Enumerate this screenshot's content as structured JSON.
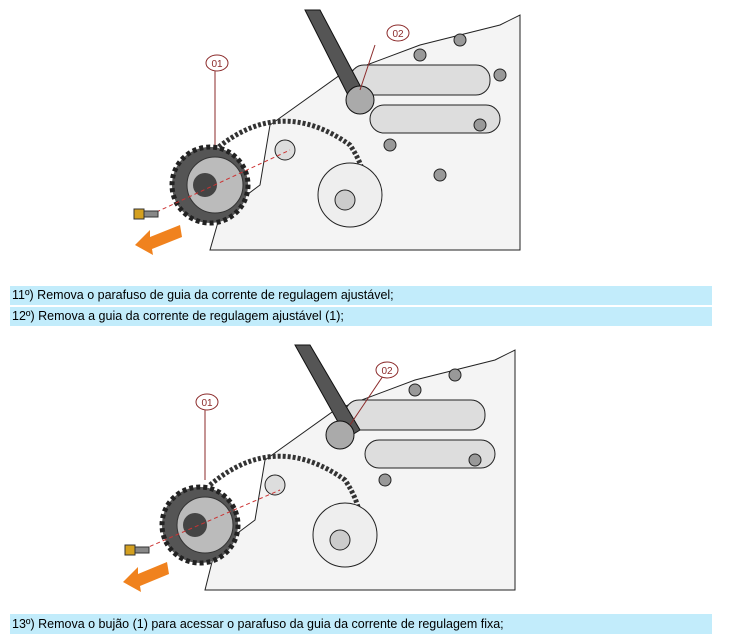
{
  "steps": [
    {
      "text": "11º) Remova o parafuso de guia da corrente de regulagem ajustável;"
    },
    {
      "text": "12º) Remova a guia da corrente de regulagem ajustável (1);"
    },
    {
      "text": "13º) Remova o bujão (1) para acessar o parafuso da guia da corrente de regulagem fixa;"
    }
  ],
  "figures": [
    {
      "callouts": [
        "01",
        "02"
      ]
    },
    {
      "callouts": [
        "01",
        "02"
      ]
    }
  ],
  "colors": {
    "row_bg": "#c2ecfb",
    "arrow": "#f0821e"
  }
}
